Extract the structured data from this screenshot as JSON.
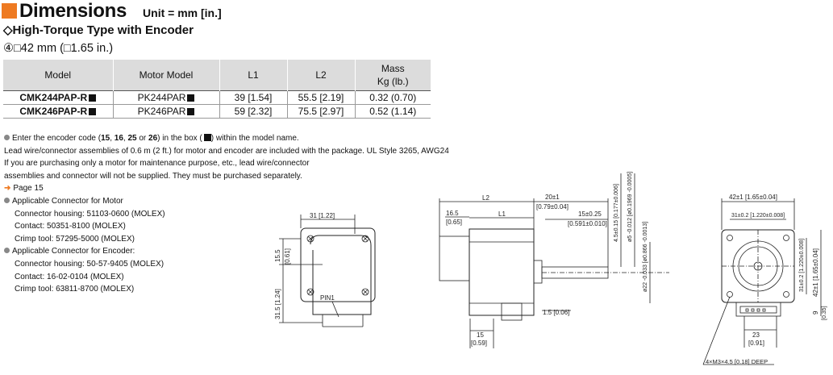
{
  "header": {
    "title": "Dimensions",
    "unit": "Unit = mm [in.]"
  },
  "subtitle": "◇High-Torque Type with Encoder",
  "size_line": "④□42 mm (□1.65 in.)",
  "table": {
    "headers": [
      "Model",
      "Motor Model",
      "L1",
      "L2",
      "Mass\nKg (lb.)"
    ],
    "rows": [
      {
        "model": "CMK244PAP-R",
        "motor": "PK244PAR",
        "l1": "39 [1.54]",
        "l2": "55.5 [2.19]",
        "mass": "0.32 (0.70)"
      },
      {
        "model": "CMK246PAP-R",
        "motor": "PK246PAR",
        "l1": "59 [2.32]",
        "l2": "75.5 [2.97]",
        "mass": "0.52 (1.14)"
      }
    ]
  },
  "notes": {
    "encoder_a": "Enter the encoder code (",
    "code15": "15",
    "c1": ", ",
    "code16": "16",
    "c2": ", ",
    "code25": "25",
    "c3": " or ",
    "code26": "26",
    "encoder_b": ") in the box (",
    "encoder_c": ") within the model name.",
    "lead": "Lead wire/connector assemblies of 0.6 m (2 ft.) for motor and encoder are included with the package. UL Style 3265, AWG24",
    "purchase1": "If you are purchasing only a motor for maintenance purpose, etc., lead wire/connector",
    "purchase2": "assemblies and connector will not be supplied. They must be purchased separately.",
    "page_ref": "Page 15",
    "motor_conn_title": "Applicable Connector for Motor",
    "motor_conn_housing": "Connector housing: 51103-0600 (MOLEX)",
    "motor_conn_contact": "Contact: 50351-8100 (MOLEX)",
    "motor_conn_crimp": "Crimp tool: 57295-5000 (MOLEX)",
    "enc_conn_title": "Applicable Connector for Encoder:",
    "enc_conn_housing": "Connector housing: 50-57-9405 (MOLEX)",
    "enc_conn_contact": "Contact: 16-02-0104 (MOLEX)",
    "enc_conn_crimp": "Crimp tool: 63811-8700 (MOLEX)"
  },
  "drawing": {
    "back": {
      "d31": "31 [1.22]",
      "d15_5": "15.5",
      "d15_5in": "[0.61]",
      "d31_5": "31.5 [1.24]",
      "pin": "PIN1"
    },
    "side": {
      "l2": "L2",
      "l1": "L1",
      "d20": "20±1",
      "d20in": "[0.79±0.04]",
      "d16_5": "16.5",
      "d16_5in": "[0.65]",
      "d15": "15±0.25",
      "d15in": "[0.591±0.010]",
      "d4_5": "4.5±0.15 [0.177±0.006]",
      "d5": "ø5 -0.012 [ø0.1969 -0.0005]",
      "d22": "ø22 -0.033 [ø0.866 -0.0013]",
      "d1_5": "1.5 [0.06]",
      "d15b": "15",
      "d15bin": "[0.59]"
    },
    "front": {
      "d42top": "42±1 [1.65±0.04]",
      "d31top": "31±0.2 [1.220±0.008]",
      "d31side": "31±0.2 [1.220±0.008]",
      "d42side": "42±1 [1.65±0.04]",
      "d9": "9",
      "d9in": "[0.35]",
      "d23": "23",
      "d23in": "[0.91]",
      "screw": "4×M3×4.5 [0.18] DEEP"
    }
  }
}
